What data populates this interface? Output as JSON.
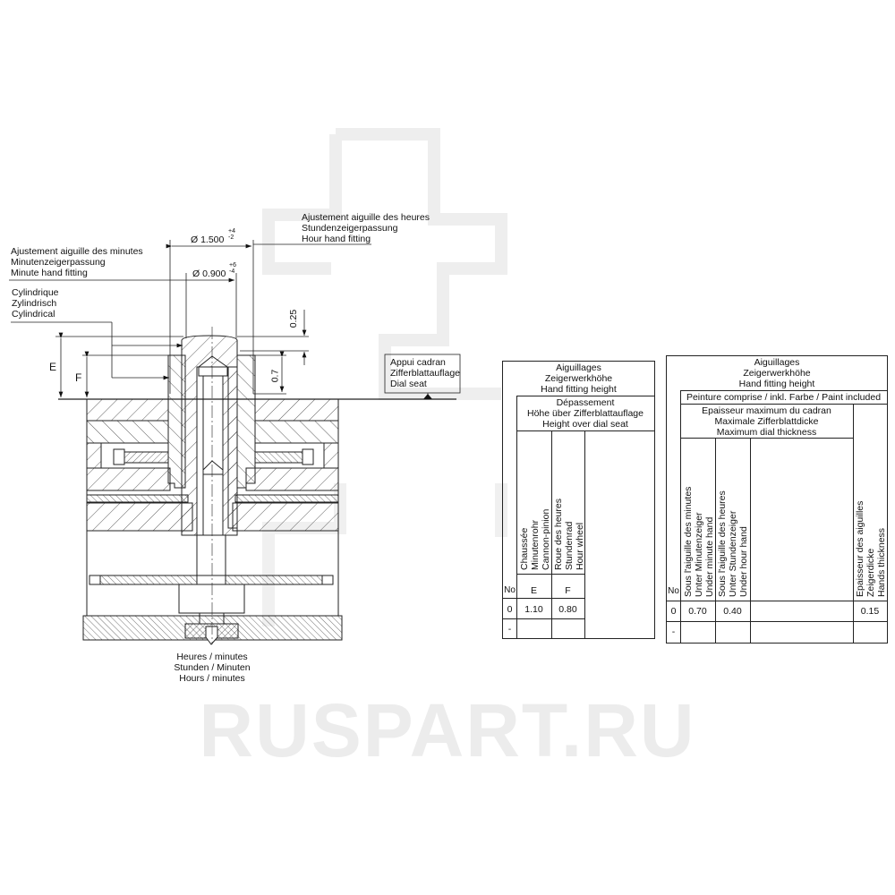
{
  "watermark": "RUSPART.RU",
  "drawing": {
    "hour_fitting": {
      "fr": "Ajustement  aiguille des heures",
      "de": "Stundenzeigerpassung",
      "en": "Hour hand fitting",
      "dim": "Ø 1.500",
      "tol_plus": "+4",
      "tol_minus": "-2"
    },
    "minute_fitting": {
      "fr": "Ajustement aiguille des minutes",
      "de": "Minutenzeigerpassung",
      "en": "Minute hand fitting",
      "dim": "Ø 0.900",
      "tol_plus": "+6",
      "tol_minus": "-4"
    },
    "cylindrical": {
      "fr": "Cylindrique",
      "de": "Zylindrisch",
      "en": "Cylindrical"
    },
    "dim_025": "0.25",
    "dim_07": "0.7",
    "dim_E": "E",
    "dim_F": "F",
    "dial_seat": {
      "fr": "Appui cadran",
      "de": "Zifferblattauflage",
      "en": "Dial seat"
    },
    "caption": {
      "fr": "Heures / minutes",
      "de": "Stunden / Minuten",
      "en": "Hours / minutes"
    }
  },
  "table_left": {
    "title": [
      "Aiguillages",
      "Zeigerwerkhöhe",
      "Hand fitting height"
    ],
    "group": [
      "Dépassement",
      "Höhe über Zifferblattauflage",
      "Height over dial seat"
    ],
    "col_no": "No",
    "col_e": {
      "lines": [
        "Chaussée",
        "Minutenrohr",
        "Cannon-pinion"
      ],
      "code": "E"
    },
    "col_f": {
      "lines": [
        "Roue des heures",
        "Stundenrad",
        "Hour wheel"
      ],
      "code": "F"
    },
    "rows": [
      {
        "no": "0",
        "e": "1.10",
        "f": "0.80"
      },
      {
        "no": "-",
        "e": "",
        "f": ""
      }
    ]
  },
  "table_right": {
    "title": [
      "Aiguillages",
      "Zeigerwerkhöhe",
      "Hand fitting height"
    ],
    "paint": "Peinture comprise / inkl. Farbe / Paint included",
    "group": [
      "Epaisseur maximum du cadran",
      "Maximale Zifferblattdicke",
      "Maximum dial thickness"
    ],
    "col_no": "No",
    "col_min": [
      "Sous l'aiguille des minutes",
      "Unter  Minutenzeiger",
      "Under minute hand"
    ],
    "col_hour": [
      "Sous l'aiguille des heures",
      "Unter  Stundenzeiger",
      "Under hour hand"
    ],
    "col_thick": [
      "Epaisseur des aiguilles",
      "Zeigerdicke",
      "Hands thickness"
    ],
    "rows": [
      {
        "no": "0",
        "min": "0.70",
        "hour": "0.40",
        "blank": "",
        "thick": "0.15"
      },
      {
        "no": "-",
        "min": "",
        "hour": "",
        "blank": "",
        "thick": ""
      }
    ]
  }
}
